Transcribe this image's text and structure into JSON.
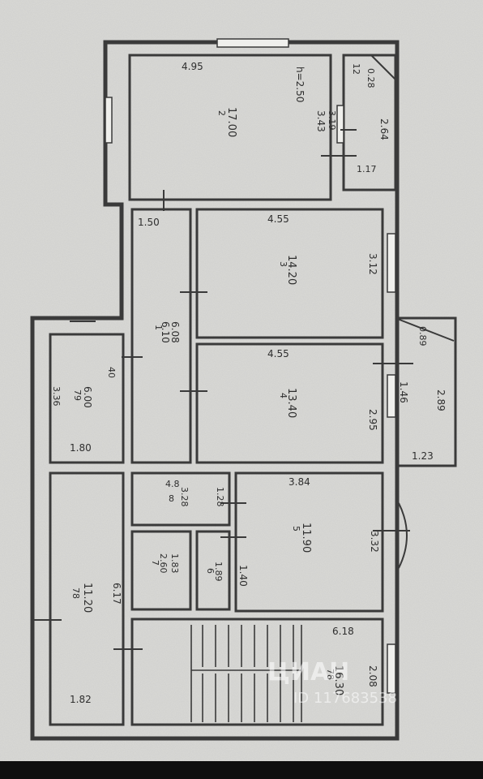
{
  "plan": {
    "height_label": "h=2.50",
    "watermark": "ЦИАН",
    "watermark_id": "ID 117683538",
    "labels": {
      "r2_top": "4.95",
      "r2_num": "2",
      "r2_area": "17.00",
      "r2_side": "3.43",
      "r2_side2": "3.19",
      "balc1_top": "0.28",
      "balc1_num": "12",
      "balc1_side": "2.64",
      "balc1_bottom": "1.17",
      "corr_top": "1.50",
      "corr_num": "1",
      "corr_area1": "6.10",
      "corr_area2": "6.08",
      "r3_top": "4.55",
      "r3_num": "3",
      "r3_area": "14.20",
      "r3_side": "3.12",
      "r4_top": "4.55",
      "r4_num": "4",
      "r4_area": "13.40",
      "r4_side": "2.95",
      "balc2_top": "0.89",
      "balc2_num": "1.46",
      "balc2_side": "2.89",
      "balc2_bottom": "1.23",
      "r79_side": "3.36",
      "r79_num": "79",
      "r79_area": "6.00",
      "r79_bottom": "1.80",
      "r79_left": "40",
      "r8_num": "8",
      "r8_area": "3.28",
      "r8_side": "1.28",
      "r8_top": "4.8",
      "r5_top": "3.84",
      "r5_num": "5",
      "r5_area": "11.90",
      "r5_side": "3.32",
      "r5_left": "1.40",
      "r7_num": "7",
      "r7_area": "2.60",
      "r7_side": "1.83",
      "r6_num": "6",
      "r6_area": "1.89",
      "r78_num": "78",
      "r78_area": "11.20",
      "r78_side": "6.17",
      "r78_bottom": "1.82",
      "st_top": "6.18",
      "st_num": "78",
      "st_area": "16.30",
      "st_side": "2.08"
    }
  }
}
